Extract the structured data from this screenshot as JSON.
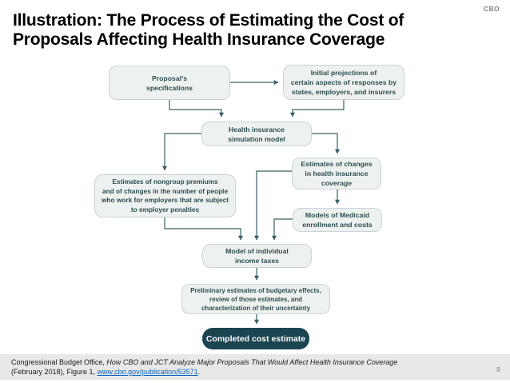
{
  "slide": {
    "logo": "CBO",
    "title_line1": "Illustration: The Process of Estimating the Cost of",
    "title_line2": "Proposals Affecting Health Insurance Coverage",
    "page_number": "8"
  },
  "theme": {
    "accent_dark_teal": "#1a4450",
    "node_fill": "#edf1f0",
    "node_border": "#c9d4d3",
    "node_text": "#2c4e50",
    "connector": "#3a5f62",
    "footer_bg": "#e8e8e8",
    "link_blue": "#0563c1",
    "muted_gray": "#828282"
  },
  "flowchart": {
    "nodes": {
      "proposal_specs": "Proposal's\nspecifications",
      "initial_projections": "Initial projections of\ncertain aspects of responses by\nstates, employers, and insurers",
      "simulation_model": "Health insurance\nsimulation model",
      "nongroup_premiums": "Estimates of nongroup premiums\nand of changes in the number of people\nwho work for employers that are subject\nto employer penalties",
      "coverage_changes": "Estimates of changes\nin health insurance\ncoverage",
      "medicaid_models": "Models of Medicaid\nenrollment and costs",
      "income_tax_model": "Model of individual\nincome taxes",
      "preliminary_estimates": "Preliminary estimates of budgetary effects,\nreview of those estimates, and\ncharacterization of their uncertainty",
      "completed_estimate": "Completed cost estimate"
    },
    "edges": [
      {
        "from": "proposal_specs",
        "to": "initial_projections"
      },
      {
        "from": "proposal_specs",
        "to": "simulation_model"
      },
      {
        "from": "initial_projections",
        "to": "simulation_model"
      },
      {
        "from": "simulation_model",
        "to": "nongroup_premiums"
      },
      {
        "from": "simulation_model",
        "to": "coverage_changes"
      },
      {
        "from": "coverage_changes",
        "to": "medicaid_models"
      },
      {
        "from": "nongroup_premiums",
        "to": "income_tax_model"
      },
      {
        "from": "coverage_changes",
        "to": "income_tax_model"
      },
      {
        "from": "medicaid_models",
        "to": "income_tax_model"
      },
      {
        "from": "income_tax_model",
        "to": "preliminary_estimates"
      },
      {
        "from": "preliminary_estimates",
        "to": "completed_estimate"
      }
    ]
  },
  "footer": {
    "line1_regular": "Congressional Budget Office, ",
    "line1_italic": "How CBO and JCT Analyze Major Proposals That Would Affect Health Insurance Coverage",
    "line2_prefix": "(February 2018), Figure 1, ",
    "link_text": "www.cbo.gov/publication/53571",
    "line2_suffix": "."
  }
}
